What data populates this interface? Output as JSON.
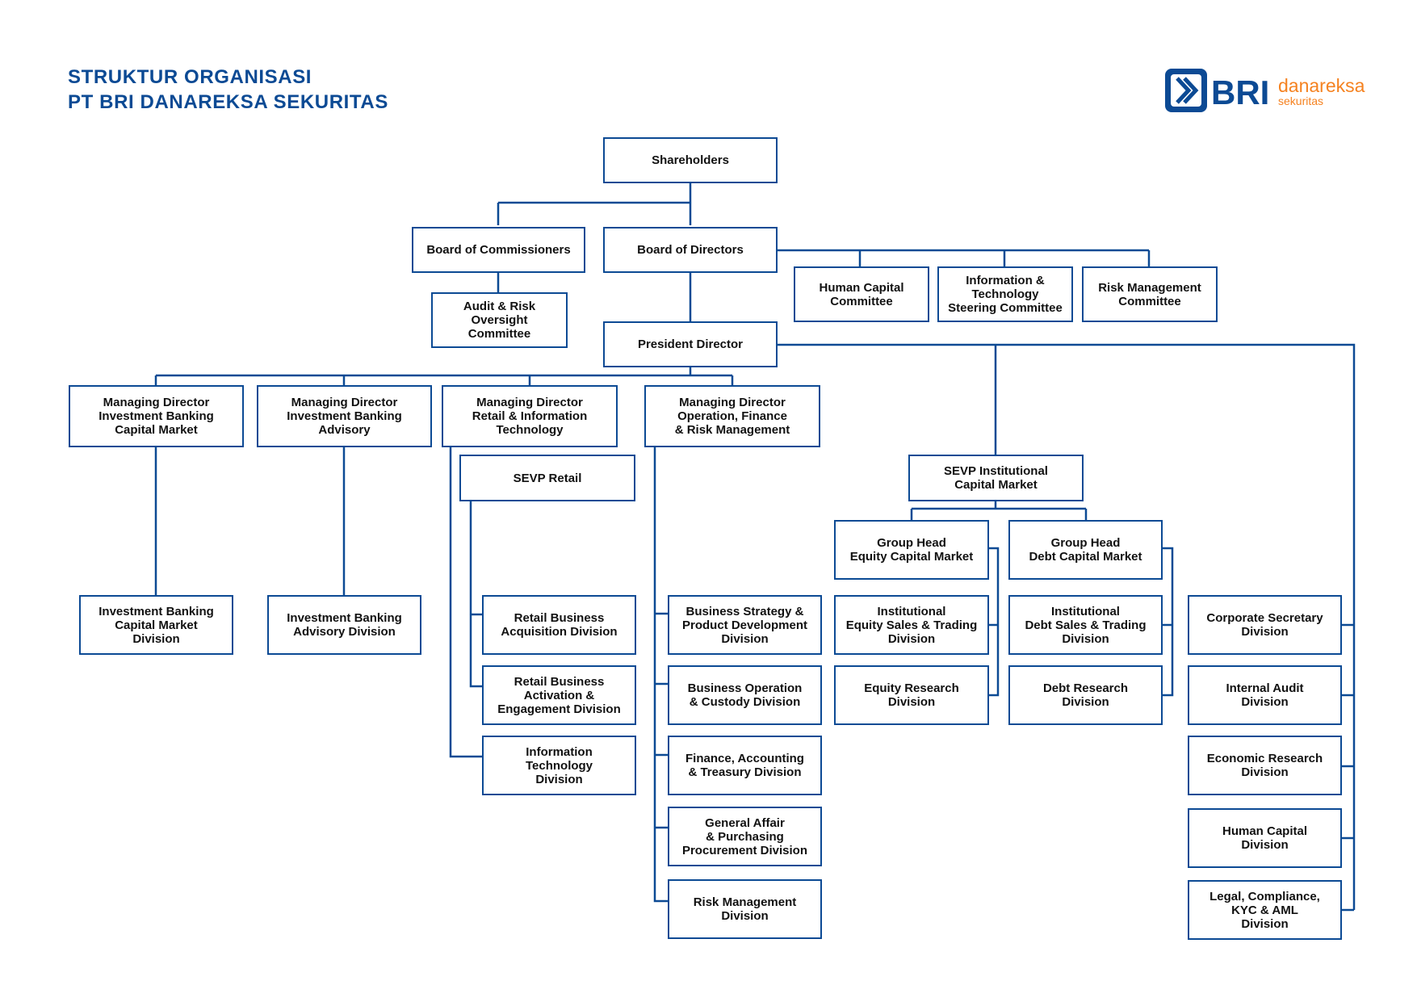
{
  "title": {
    "line1": "STRUKTUR ORGANISASI",
    "line2": "PT BRI DANAREKSA SEKURITAS"
  },
  "logo": {
    "brand": "BRI",
    "sub1": "danareksa",
    "sub2": "sekuritas",
    "icon": "bri-logo-icon"
  },
  "colors": {
    "line": "#0c4a94",
    "title": "#0c4a94",
    "logo_orange": "#f58220",
    "box_border": "#0c4a94"
  },
  "boxes": {
    "shareholders": "Shareholders",
    "board_commissioners": "Board of Commissioners",
    "board_directors": "Board of Directors",
    "audit_risk": "Audit & Risk\nOversight\nCommittee",
    "hc_committee": "Human Capital\nCommittee",
    "it_committee": "Information &\nTechnology\nSteering Committee",
    "risk_committee": "Risk Management\nCommittee",
    "president": "President Director",
    "md_ibcm": "Managing Director\nInvestment Banking\nCapital Market",
    "md_iba": "Managing Director\nInvestment Banking\nAdvisory",
    "md_rit": "Managing Director\nRetail & Information\nTechnology",
    "md_ofr": "Managing Director\nOperation, Finance\n& Risk Management",
    "sevp_retail": "SEVP Retail",
    "sevp_icm": "SEVP Institutional\nCapital Market",
    "gh_ecm": "Group Head\nEquity Capital Market",
    "gh_dcm": "Group Head\nDebt Capital Market",
    "div_ibcm": "Investment Banking\nCapital Market\nDivision",
    "div_iba": "Investment Banking\nAdvisory Division",
    "div_rba": "Retail Business\nAcquisition Division",
    "div_rbae": "Retail Business\nActivation &\nEngagement Division",
    "div_it": "Information\nTechnology\nDivision",
    "div_bspd": "Business Strategy &\nProduct Development\nDivision",
    "div_boc": "Business Operation\n& Custody Division",
    "div_fat": "Finance, Accounting\n& Treasury Division",
    "div_gapp": "General Affair\n& Purchasing\nProcurement Division",
    "div_rm": "Risk Management\nDivision",
    "div_iest": "Institutional\nEquity Sales & Trading\nDivision",
    "div_er": "Equity Research\nDivision",
    "div_idst": "Institutional\nDebt Sales & Trading\nDivision",
    "div_dr": "Debt Research\nDivision",
    "div_cs": "Corporate Secretary\nDivision",
    "div_ia": "Internal Audit\nDivision",
    "div_econ": "Economic Research\nDivision",
    "div_hc": "Human Capital\nDivision",
    "div_legal": "Legal, Compliance,\nKYC & AML\nDivision"
  }
}
